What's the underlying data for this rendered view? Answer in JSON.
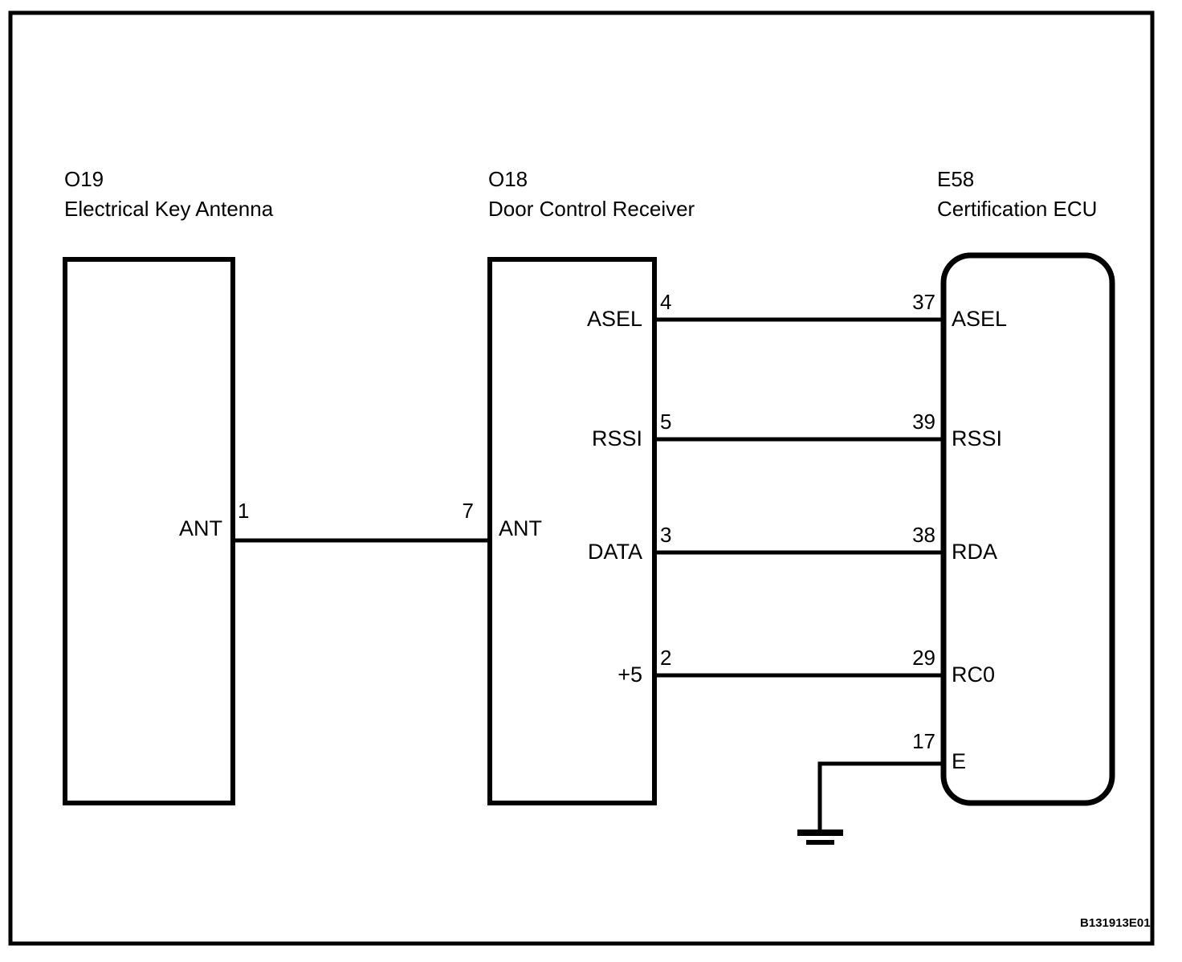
{
  "diagram": {
    "reference_code": "B131913E01",
    "line_color": "#000000",
    "background_color": "#ffffff",
    "components": [
      {
        "id": "O19",
        "code": "O19",
        "name": "Electrical Key Antenna",
        "shape": "rect"
      },
      {
        "id": "O18",
        "code": "O18",
        "name": "Door Control Receiver",
        "shape": "rect"
      },
      {
        "id": "E58",
        "code": "E58",
        "name": "Certification ECU",
        "shape": "rounded-rect"
      }
    ],
    "terminals": {
      "o19_ant": "ANT",
      "o18_ant": "ANT",
      "o18_asel": "ASEL",
      "o18_rssi": "RSSI",
      "o18_data": "DATA",
      "o18_p5": "+5",
      "e58_asel": "ASEL",
      "e58_rssi": "RSSI",
      "e58_rda": "RDA",
      "e58_rc0": "RC0",
      "e58_e": "E"
    },
    "pins": {
      "o19_ant": "1",
      "o18_ant": "7",
      "o18_asel": "4",
      "o18_rssi": "5",
      "o18_data": "3",
      "o18_p5": "2",
      "e58_asel": "37",
      "e58_rssi": "39",
      "e58_rda": "38",
      "e58_rc0": "29",
      "e58_e": "17"
    },
    "connections": [
      {
        "from": "O19 ANT pin 1",
        "to": "O18 ANT pin 7"
      },
      {
        "from": "O18 ASEL pin 4",
        "to": "E58 ASEL pin 37"
      },
      {
        "from": "O18 RSSI pin 5",
        "to": "E58 RSSI pin 39"
      },
      {
        "from": "O18 DATA pin 3",
        "to": "E58 RDA pin 38"
      },
      {
        "from": "O18 +5 pin 2",
        "to": "E58 RC0 pin 29"
      },
      {
        "from": "E58 E pin 17",
        "to": "Ground"
      }
    ]
  }
}
